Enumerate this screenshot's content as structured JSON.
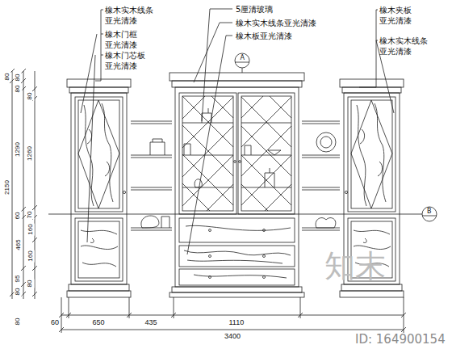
{
  "diagram": {
    "labels": [
      "橡木实木线条 亚光清漆",
      "橡木门框 亚光清漆",
      "橡木门芯板 亚光清漆",
      "5厘清玻璃",
      "橡木实木线条亚光清漆",
      "橡木板亚光清漆",
      "橡木夹板 亚光清漆",
      "橡木实木线条 亚光清漆",
      "A",
      "B",
      "80",
      "2150",
      "80",
      "80",
      "1290",
      "60",
      "465",
      "95",
      "80",
      "80",
      "80",
      "1260",
      "70",
      "160",
      "160",
      "80",
      "60",
      "650",
      "435",
      "1110",
      "3400",
      "知末",
      "ID: 164900154"
    ]
  }
}
